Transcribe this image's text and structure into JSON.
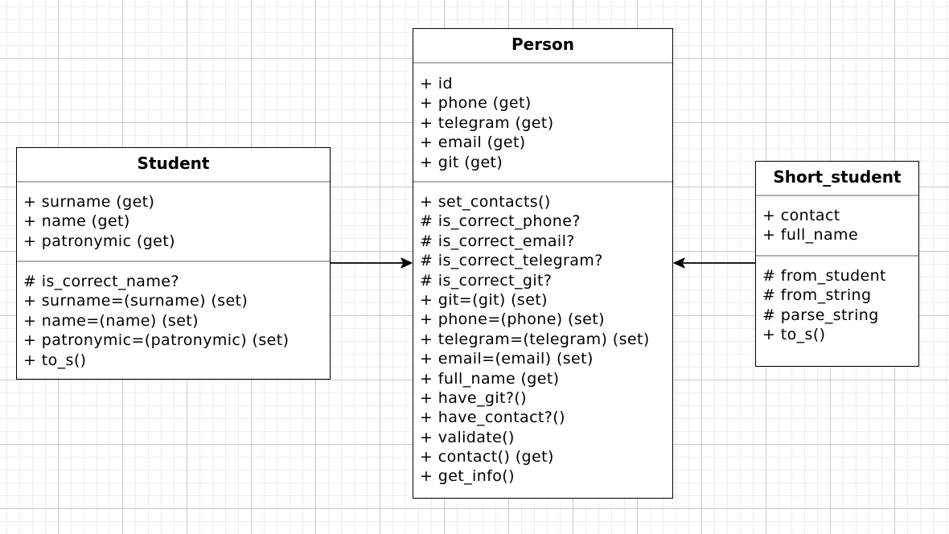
{
  "classes": {
    "person": {
      "name": "Person",
      "attributes": [
        "+ id",
        "+ phone (get)",
        "+ telegram (get)",
        "+ email (get)",
        "+ git (get)"
      ],
      "methods": [
        "+ set_contacts()",
        "# is_correct_phone?",
        "# is_correct_email?",
        "# is_correct_telegram?",
        "# is_correct_git?",
        "+ git=(git) (set)",
        "+ phone=(phone) (set)",
        "+ telegram=(telegram) (set)",
        "+ email=(email) (set)",
        "+ full_name (get)",
        "+ have_git?()",
        "+ have_contact?()",
        "+ validate()",
        "+ contact() (get)",
        "+ get_info()"
      ]
    },
    "student": {
      "name": "Student",
      "attributes": [
        "+ surname (get)",
        "+ name (get)",
        "+ patronymic (get)"
      ],
      "methods": [
        "# is_correct_name?",
        "+ surname=(surname) (set)",
        "+ name=(name) (set)",
        "+ patronymic=(patronymic) (set)",
        "+ to_s()"
      ]
    },
    "short_student": {
      "name": "Short_student",
      "attributes": [
        "+ contact",
        "+ full_name"
      ],
      "methods": [
        "# from_student",
        "# from_string",
        "# parse_string",
        "+ to_s()"
      ]
    }
  },
  "relations": [
    {
      "from": "Student",
      "to": "Person",
      "type": "inheritance"
    },
    {
      "from": "Short_student",
      "to": "Person",
      "type": "inheritance"
    }
  ],
  "colors": {
    "line": "#000000",
    "divider": "#b0b0b0",
    "grid_major": "#c9c9c9",
    "grid_minor": "#ececec"
  }
}
